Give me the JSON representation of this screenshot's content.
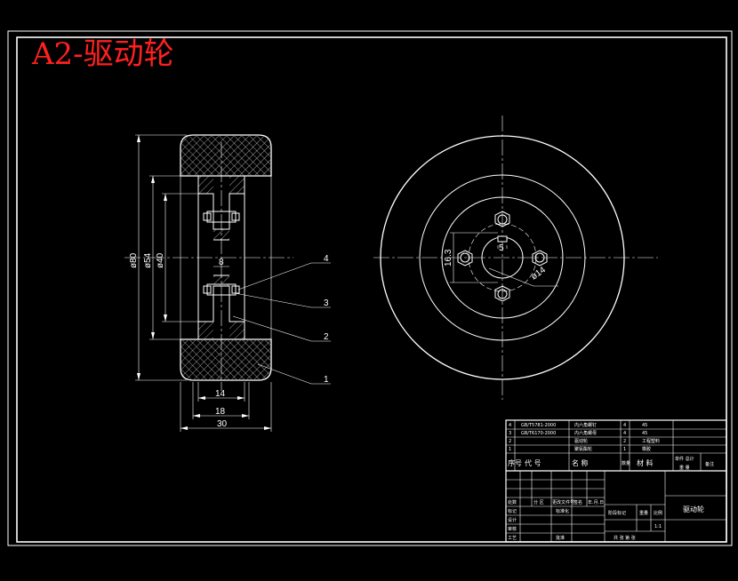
{
  "title": "A2-驱动轮",
  "dimensions": {
    "dia_80": "ø80",
    "dia_54": "ø54",
    "dia_40": "ø40",
    "width_8": "8",
    "width_14": "14",
    "width_18": "18",
    "width_30": "30",
    "hole_pcd": "16.3",
    "key_5": "5",
    "bore_14": "ø14"
  },
  "callouts": [
    "4",
    "3",
    "2",
    "1"
  ],
  "title_block": {
    "parts": [
      {
        "no": "4",
        "code": "GB/T5781-2000",
        "name": "内六角螺钉",
        "qty": "4",
        "material": "45"
      },
      {
        "no": "3",
        "code": "GB/T6170-2000",
        "name": "内六角螺母",
        "qty": "4",
        "material": "45"
      },
      {
        "no": "2",
        "code": "",
        "name": "驱动轮",
        "qty": "2",
        "material": "工程塑料"
      },
      {
        "no": "1",
        "code": "",
        "name": "聚氨酯轮",
        "qty": "1",
        "material": "橡胶"
      }
    ],
    "header": {
      "no": "序号",
      "code": "代 号",
      "name": "名 称",
      "qty": "数量",
      "material": "材 料",
      "weight": "单件 总计",
      "weight2": "重 量",
      "remark": "备注"
    },
    "drawing_name": "驱动轮",
    "rows_left": [
      "标记",
      "设计",
      "审核",
      "工艺"
    ],
    "row_header": [
      "处数",
      "分 区",
      "更改文件号",
      "签名",
      "年.月.日"
    ],
    "standardize": "标准化",
    "approve": "批准",
    "stage": "阶段标记",
    "weight": "重量",
    "scale": "比例",
    "scale_value": "1:1",
    "sheet": "共 张 第 张"
  }
}
